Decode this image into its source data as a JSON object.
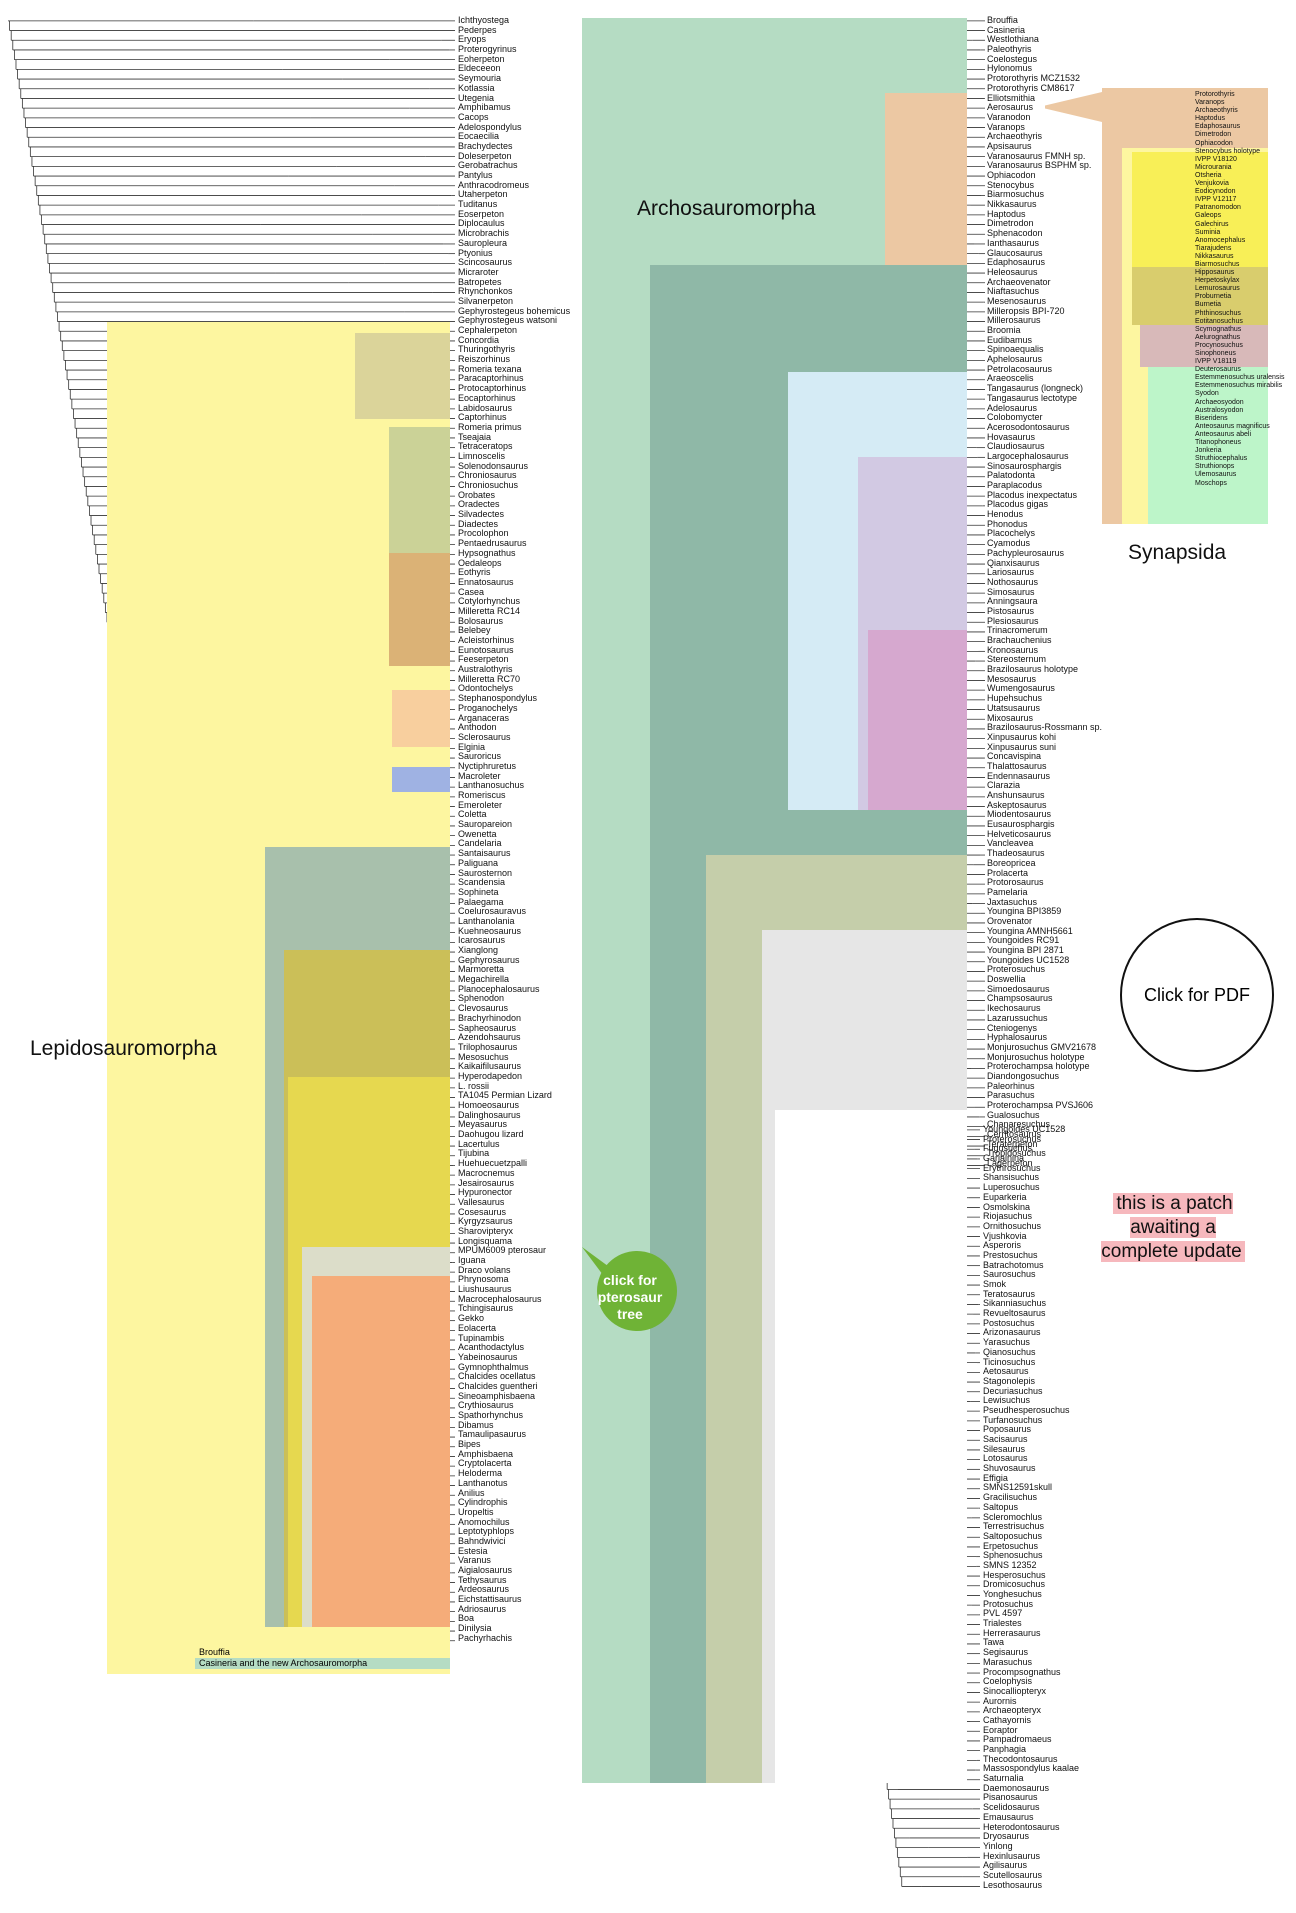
{
  "colors": {
    "lepidosauromorpha_bg": "#fdf6a0",
    "archosauromorpha_bg": "#b5dcc3",
    "archosaur_inner": "#8fb8a7",
    "synapsida_bg": "#ecc8a3",
    "marine_bg": "#d5ebf5",
    "sauropterygia_bg": "#d2c9e3",
    "ichthyosaur_bg": "#d6a8cf",
    "archosauriform_bg": "#c5ceaa",
    "croc_bg": "#e6e6e6",
    "gecko_bg": "#f5ac79",
    "sphenodont_bg": "#cbbf58",
    "squamate_bg": "#e6d84f",
    "lepido_bg": "#a8c0ac",
    "procolophon_bg": "#cbd297",
    "captorhinid_bg": "#dbd49a",
    "pareiasaur_bg": "#dbb276",
    "turtle_bg": "#f8cf9e",
    "lanth_bg": "#9fb2e3",
    "pterosaur_green": "#6fb336",
    "patch_pink": "#f6b8bd"
  },
  "clade_labels": {
    "lepidosauromorpha": "Lepidosauromorpha",
    "archosauromorpha": "Archosauromorpha",
    "synapsida": "Synapsida"
  },
  "buttons": {
    "pdf": "Click for PDF",
    "pterosaur": "click for pterosaur tree"
  },
  "patch_note": "this is a patch awaiting a complete update",
  "legend": {
    "brouffia": "Brouffia",
    "casineria": "Casineria and the new Archosauromorpha"
  },
  "taxa_left": [
    "Ichthyostega",
    "Pederpes",
    "Eryops",
    "Proterogyrinus",
    "Eoherpeton",
    "Eldeceeon",
    "Seymouria",
    "Kotlassia",
    "Utegenia",
    "Amphibamus",
    "Cacops",
    "Adelospondylus",
    "Eocaecilia",
    "Brachydectes",
    "Doleserpeton",
    "Gerobatrachus",
    "Pantylus",
    "Anthracodromeus",
    "Utaherpeton",
    "Tuditanus",
    "Eoserpeton",
    "Diplocaulus",
    "Microbrachis",
    "Sauropleura",
    "Ptyonius",
    "Scincosaurus",
    "Micraroter",
    "Batropetes",
    "Rhynchonkos",
    "Silvanerpeton",
    "Gephyrostegeus bohemicus",
    "Gephyrostegeus watsoni",
    "Cephalerpeton",
    "Concordia",
    "Thuringothyris",
    "Reiszorhinus",
    "Romeria texana",
    "Paracaptorhinus",
    "Protocaptorhinus",
    "Eocaptorhinus",
    "Labidosaurus",
    "Captorhinus",
    "Romeria primus",
    "Tseajaia",
    "Tetraceratops",
    "Limnoscelis",
    "Solenodonsaurus",
    "Chroniosaurus",
    "Chroniosuchus",
    "Orobates",
    "Oradectes",
    "Silvadectes",
    "Diadectes",
    "Procolophon",
    "Pentaedrusaurus",
    "Hypsognathus",
    "Oedaleops",
    "Eothyris",
    "Ennatosaurus",
    "Casea",
    "Cotylorhynchus",
    "Milleretta RC14",
    "Bolosaurus",
    "Belebey",
    "Acleistorhinus",
    "Eunotosaurus",
    "Feeserpeton",
    "Australothyris",
    "Milleretta RC70",
    "Odontochelys",
    "Stephanospondylus",
    "Proganochelys",
    "Arganaceras",
    "Anthodon",
    "Sclerosaurus",
    "Elginia",
    "Sauroricus",
    "Nyctiphruretus",
    "Macroleter",
    "Lanthanosuchus",
    "Romeriscus",
    "Emeroleter",
    "Coletta",
    "Sauropareion",
    "Owenetta",
    "Candelaria",
    "Santaisaurus",
    "Paliguana",
    "Saurosternon",
    "Scandensia",
    "Sophineta",
    "Palaegama",
    "Coelurosauravus",
    "Lanthanolania",
    "Kuehneosaurus",
    "Icarosaurus",
    "Xianglong",
    "Gephyrosaurus",
    "Marmoretta",
    "Megachirella",
    "Planocephalosaurus",
    "Sphenodon",
    "Clevosaurus",
    "Brachyrhinodon",
    "Sapheosaurus",
    "Azendohsaurus",
    "Trilophosaurus",
    "Mesosuchus",
    "Kaikaifilusaurus",
    "Hyperodapedon",
    "L. rossii",
    "TA1045 Permian Lizard",
    "Homoeosaurus",
    "Dalinghosaurus",
    "Meyasaurus",
    "Daohugou lizard",
    "Lacertulus",
    "Tijubina",
    "Huehuecuetzpalli",
    "Macrocnemus",
    "Jesairosaurus",
    "Hypuronector",
    "Vallesaurus",
    "Cosesaurus",
    "Kyrgyzsaurus",
    "Sharovipteryx",
    "Longisquama",
    "MPUM6009 pterosaur",
    "Iguana",
    "Draco volans",
    "Phrynosoma",
    "Liushusaurus",
    "Macrocephalosaurus",
    "Tchingisaurus",
    "Gekko",
    "Eolacerta",
    "Tupinambis",
    "Acanthodactylus",
    "Yabeinosaurus",
    "Gymnophthalmus",
    "Chalcides ocellatus",
    "Chalcides guentheri",
    "Sineoamphisbaena",
    "Crythiosaurus",
    "Spathorhynchus",
    "Dibamus",
    "Tamaulipasaurus",
    "Bipes",
    "Amphisbaena",
    "Cryptolacerta",
    "Heloderma",
    "Lanthanotus",
    "Anilius",
    "Cylindrophis",
    "Uropeltis",
    "Anomochilus",
    "Leptotyphlops",
    "Bahndwivici",
    "Estesia",
    "Varanus",
    "Aigialosaurus",
    "Tethysaurus",
    "Ardeosaurus",
    "Eichstattisaurus",
    "Adriosaurus",
    "Boa",
    "Dinilysia",
    "Pachyrhachis"
  ],
  "taxa_mid": [
    "Brouffia",
    "Casineria",
    "Westlothiana",
    "Paleothyris",
    "Coelostegus",
    "Hylonomus",
    "Protorothyris MCZ1532",
    "Protorothyris CM8617",
    "Elliotsmithia",
    "Aerosaurus",
    "Varanodon",
    "Varanops",
    "Archaeothyris",
    "Apsisaurus",
    "Varanosaurus FMNH sp.",
    "Varanosaurus BSPHM sp.",
    "Ophiacodon",
    "Stenocybus",
    "Biarmosuchus",
    "Nikkasaurus",
    "Haptodus",
    "Dimetrodon",
    "Sphenacodon",
    "Ianthasaurus",
    "Glaucosaurus",
    "Edaphosaurus",
    "Heleosaurus",
    "Archaeovenator",
    "Niaftasuchus",
    "Mesenosaurus",
    "Milleropsis BPI-720",
    "Millerosaurus",
    "Broomia",
    "Eudibamus",
    "Spinoaequalis",
    "Aphelosaurus",
    "Petrolacosaurus",
    "Araeoscelis",
    "Tangasaurus (longneck)",
    "Tangasaurus lectotype",
    "Adelosaurus",
    "Colobomycter",
    "Acerosodontosaurus",
    "Hovasaurus",
    "Claudiosaurus",
    "Largocephalosaurus",
    "Sinosaurosphargis",
    "Palatodonta",
    "Paraplacodus",
    "Placodus inexpectatus",
    "Placodus gigas",
    "Henodus",
    "Phonodus",
    "Placochelys",
    "Cyamodus",
    "Pachypleurosaurus",
    "Qianxisaurus",
    "Lariosaurus",
    "Nothosaurus",
    "Simosaurus",
    "Anningsaura",
    "Pistosaurus",
    "Plesiosaurus",
    "Trinacromerum",
    "Brachauchenius",
    "Kronosaurus",
    "Stereosternum",
    "Brazilosaurus holotype",
    "Mesosaurus",
    "Wumengosaurus",
    "Hupehsuchus",
    "Utatsusaurus",
    "Mixosaurus",
    "Brazilosaurus-Rossmann sp.",
    "Xinpusaurus kohi",
    "Xinpusaurus suni",
    "Concavispina",
    "Thalattosaurus",
    "Endennasaurus",
    "Clarazia",
    "Anshunsaurus",
    "Askeptosaurus",
    "Miodentosaurus",
    "Eusaurosphargis",
    "Helveticosaurus",
    "Vancleavea",
    "Thadeosaurus",
    "Boreopricea",
    "Prolacerta",
    "Protorosaurus",
    "Pamelaria",
    "Jaxtasuchus",
    "Youngina BPI3859",
    "Orovenator",
    "Youngina AMNH5661",
    "Youngoides RC91",
    "Youngina BPI 2871",
    "Youngoides UC1528",
    "Proterosuchus",
    "Doswellia",
    "Simoedosaurus",
    "Champsosaurus",
    "Ikechosaurus",
    "Lazarussuchus",
    "Cteniogenys",
    "Hyphalosaurus",
    "Monjurosuchus GMV21678",
    "Monjurosuchus holotype",
    "Proterochampsa holotype",
    "Diandongosuchus",
    "Paleorhinus",
    "Parasuchus",
    "Proterochampsa PVSJ606",
    "Gualosuchus",
    "Chanaresuchus",
    "Cerritosaurus",
    "Teraterpeton",
    "Tropidosuchus",
    "Lagerpeton"
  ],
  "taxa_right_top": [
    "Protorothyris",
    "Varanops",
    "Archaeothyris",
    "Haptodus",
    "Edaphosaurus",
    "Dimetrodon",
    "Ophiacodon",
    "Stenocybus holotype",
    "IVPP V18120",
    "Microurania",
    "Otsheria",
    "Venjukovia",
    "Eodicynodon",
    "IVPP V12117",
    "Patranomodon",
    "Galeops",
    "Galechirus",
    "Suminia",
    "Anomocephalus",
    "Tiarajudens",
    "Nikkasaurus",
    "Biarmosuchus",
    "Hipposaurus",
    "Herpetoskylax",
    "Lemurosaurus",
    "Proburnetia",
    "Burnetia",
    "Phthinosuchus",
    "Eotitanosuchus",
    "Scymognathus",
    "Aelurognathus",
    "Procynosuchus",
    "Sinophoneus",
    "IVPP V18119",
    "Deuterosaurus",
    "Estemmenosuchus uralensis",
    "Estemmenosuchus mirabilis",
    "Syodon",
    "Archaeosyodon",
    "Australosyodon",
    "Biseridens",
    "Anteosaurus magnificus",
    "Anteosaurus abeli",
    "Titanophoneus",
    "Jonkeria",
    "Struthiocephalus",
    "Struthionops",
    "Ulemosaurus",
    "Moschops"
  ],
  "taxa_right_bottom": [
    "Youngoides UC1528",
    "Proterosuchus",
    "Fugusuchus",
    "Garjainina",
    "Erythrosuchus",
    "Shansisuchus",
    "Luperosuchus",
    "Euparkeria",
    "Osmolskina",
    "Riojasuchus",
    "Ornithosuchus",
    "Vjushkovia",
    "Asperoris",
    "Prestosuchus",
    "Batrachotomus",
    "Saurosuchus",
    "Smok",
    "Teratosaurus",
    "Sikanniasuchus",
    "Revueltosaurus",
    "Postosuchus",
    "Arizonasaurus",
    "Yarasuchus",
    "Qianosuchus",
    "Ticinosuchus",
    "Aetosaurus",
    "Stagonolepis",
    "Decuriasuchus",
    "Lewisuchus",
    "Pseudhesperosuchus",
    "Turfanosuchus",
    "Poposaurus",
    "Sacisaurus",
    "Silesaurus",
    "Lotosaurus",
    "Shuvosaurus",
    "Effigia",
    "SMNS12591skull",
    "Gracilisuchus",
    "Saltopus",
    "Scleromochlus",
    "Terrestrisuchus",
    "Saltoposuchus",
    "Erpetosuchus",
    "Sphenosuchus",
    "SMNS 12352",
    "Hesperosuchus",
    "Dromicosuchus",
    "Yonghesuchus",
    "Protosuchus",
    "PVL 4597",
    "Trialestes",
    "Herrerasaurus",
    "Tawa",
    "Segisaurus",
    "Marasuchus",
    "Procompsognathus",
    "Coelophysis",
    "Sinocalliopteryx",
    "Aurornis",
    "Archaeopteryx",
    "Cathayornis",
    "Eoraptor",
    "Pampadromaeus",
    "Panphagia",
    "Thecodontosaurus",
    "Massospondylus kaalae",
    "Saturnalia",
    "Daemonosaurus",
    "Pisanosaurus",
    "Scelidosaurus",
    "Emausaurus",
    "Heterodontosaurus",
    "Dryosaurus",
    "Yinlong",
    "Hexinlusaurus",
    "Agilisaurus",
    "Scutellosaurus",
    "Lesothosaurus"
  ]
}
